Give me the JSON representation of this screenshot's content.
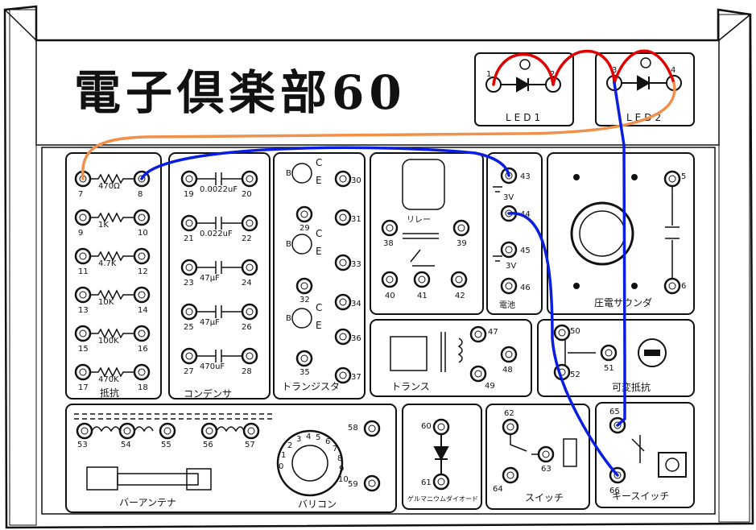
{
  "title": "電子倶楽部60",
  "wire_colors": {
    "red": "#e00000",
    "orange": "#f0904a",
    "blue": "#0a1ee0"
  },
  "led_panels": [
    {
      "label": "LED1",
      "terminals": [
        "1",
        "2"
      ]
    },
    {
      "label": "LED2",
      "terminals": [
        "3",
        "4"
      ]
    }
  ],
  "resistors": {
    "label": "抵抗",
    "rows": [
      {
        "left": "7",
        "right": "8",
        "value": "470Ω"
      },
      {
        "left": "9",
        "right": "10",
        "value": "1K"
      },
      {
        "left": "11",
        "right": "12",
        "value": "4.7K"
      },
      {
        "left": "13",
        "right": "14",
        "value": "10K"
      },
      {
        "left": "15",
        "right": "16",
        "value": "100K"
      },
      {
        "left": "17",
        "right": "18",
        "value": "470K"
      }
    ]
  },
  "capacitors": {
    "label": "コンデンサ",
    "rows": [
      {
        "left": "19",
        "right": "20",
        "value": "0.0022uF"
      },
      {
        "left": "21",
        "right": "22",
        "value": "0.022uF"
      },
      {
        "left": "23",
        "right": "24",
        "value": "47μF"
      },
      {
        "left": "25",
        "right": "26",
        "value": "47μF"
      },
      {
        "left": "27",
        "right": "28",
        "value": "470uF"
      }
    ]
  },
  "transistors": {
    "label": "トランジスタ",
    "terminals": [
      "29",
      "30",
      "31",
      "32",
      "33",
      "34",
      "35",
      "36",
      "37"
    ],
    "pin_b": "B",
    "pin_c": "C",
    "pin_e": "E"
  },
  "relay": {
    "label": "リレー",
    "terminals": [
      "38",
      "39",
      "40",
      "41",
      "42"
    ]
  },
  "battery": {
    "label": "電池",
    "terminals": [
      "43",
      "44",
      "45",
      "46"
    ],
    "voltage": "3V"
  },
  "buzzer": {
    "label": "圧電サウンダ",
    "terminals": [
      "5",
      "6"
    ]
  },
  "transformer": {
    "label": "トランス",
    "terminals": [
      "47",
      "48",
      "49"
    ]
  },
  "variable_resistor": {
    "label": "可変抵抗",
    "terminals": [
      "50",
      "51",
      "52"
    ]
  },
  "coils": {
    "terminals": [
      "53",
      "54",
      "55",
      "56",
      "57"
    ]
  },
  "bar_antenna": {
    "label": "バーアンテナ"
  },
  "varicon": {
    "label": "バリコン",
    "terminals": [
      "58",
      "59"
    ],
    "dial": [
      "0",
      "1",
      "2",
      "3",
      "4",
      "5",
      "6",
      "7",
      "8",
      "9",
      "10"
    ]
  },
  "diode": {
    "label": "ゲルマニウムダイオード",
    "terminals": [
      "60",
      "61"
    ]
  },
  "switch": {
    "label": "スイッチ",
    "terminals": [
      "62",
      "63",
      "64"
    ]
  },
  "key_switch": {
    "label": "キースイッチ",
    "terminals": [
      "65",
      "66"
    ]
  }
}
